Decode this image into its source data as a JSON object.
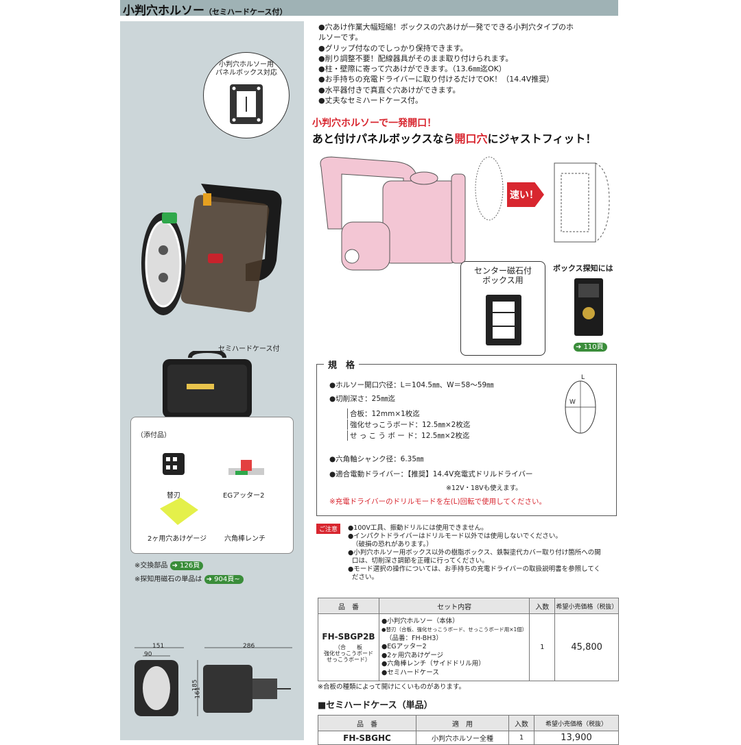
{
  "header": {
    "title": "小判穴ホルソー",
    "subtitle": "（セミハードケース付）"
  },
  "left": {
    "circle_label_1": "小判穴ホルソー用",
    "circle_label_2": "パネルボックス対応",
    "case_label": "セミハードケース付",
    "accessories_title": "（添付品）",
    "accessories": [
      "替刃",
      "EGアッター2",
      "2ヶ用穴あけゲージ",
      "六角棒レンチ"
    ],
    "replacement_label": "※交換部品",
    "replacement_ref": "126頁",
    "magnet_label": "※探知用磁石の単品は",
    "magnet_ref": "904頁~",
    "dim_151": "151",
    "dim_90": "90",
    "dim_286": "286",
    "dim_185": "185",
    "dim_161": "161"
  },
  "bullets": [
    "●穴あけ作業大幅短縮！ボックスの穴あけが一発でできる小判穴タイプのホ",
    "ルソーです。",
    "●グリップ付なのでしっかり保持できます。",
    "●削り調整不要！配線器具がそのまま取り付けられます。",
    "●柱・壁際に寄って穴あけができます。（13.6㎜迄OK）",
    "●お手持ちの充電ドライバーに取り付けるだけでOK！（14.4V推奨）",
    "●水平器付きで真直ぐ穴あけができます。",
    "●丈夫なセミハードケース付。"
  ],
  "headline1": "小判穴ホルソーで一発開口！",
  "headline2_a": "あと付けパネルボックスなら",
  "headline2_b": "開口穴",
  "headline2_c": "にジャストフィット！",
  "fast_label": "速い！",
  "center_box_1": "センター磁石付",
  "center_box_2": "ボックス用",
  "box_detect_label": "ボックス探知には",
  "box_detect_ref": "110頁",
  "spec": {
    "title": "規　格",
    "line1": "●ホルソー開口穴径：L＝104.5㎜、W＝58～59㎜",
    "line2": "●切削深さ：25㎜迄",
    "sub1": "合板：12mm×1枚迄",
    "sub2": "強化せっこうボード：12.5㎜×2枚迄",
    "sub3": "せ っ こ う ボ ー ド：12.5㎜×2枚迄",
    "line3": "●六角軸シャンク径：6.35㎜",
    "line4": "●適合電動ドライバー：【推奨】14.4V充電式ドリルドライバー",
    "line5": "※12V・18Vも使えます。",
    "line6": "※充電ドライバーのドリルモードを左(L)回転で使用してください。",
    "diag_l": "L",
    "diag_w": "W"
  },
  "caution": {
    "tag": "ご注意",
    "lines": [
      "●100V工具、振動ドリルには使用できません。",
      "●インパクトドライバーはドリルモード以外では使用しないでください。",
      "（破損の恐れがあります。）",
      "●小判穴ホルソー用ボックス以外の樹脂ボックス、鉄製塗代カバー取り付け箇所への開",
      "口は、切削深さ調節を正確に行ってください。",
      "●モード選択の操作については、お手持ちの充電ドライバーの取扱説明書を参照してく",
      "ださい。"
    ]
  },
  "table1": {
    "headers": [
      "品　番",
      "セット内容",
      "入数",
      "希望小売価格（税抜）"
    ],
    "model": "FH-SBGP2B",
    "model_sub_1": "（合　　板",
    "model_sub_2": "強化せっこうボード",
    "model_sub_3": "せっこうボード）",
    "contents": [
      "●小判穴ホルソー（本体）",
      "●替刃（合板、強化せっこうボード、せっこうボード用×1個）",
      "（品番：FH-BH3）",
      "●EGアッター2",
      "●2ヶ用穴あけゲージ",
      "●六角棒レンチ（サイドドリル用）",
      "●セミハードケース"
    ],
    "qty": "1",
    "price": "45,800"
  },
  "note1": "※合板の種類によって開けにくいものがあります。",
  "section2": "■セミハードケース（単品）",
  "table2": {
    "headers": [
      "品　番",
      "適　用",
      "入数",
      "希望小売価格（税抜）"
    ],
    "model": "FH-SBGHC",
    "use": "小判穴ホルソー全種",
    "qty": "1",
    "price": "13,900"
  }
}
